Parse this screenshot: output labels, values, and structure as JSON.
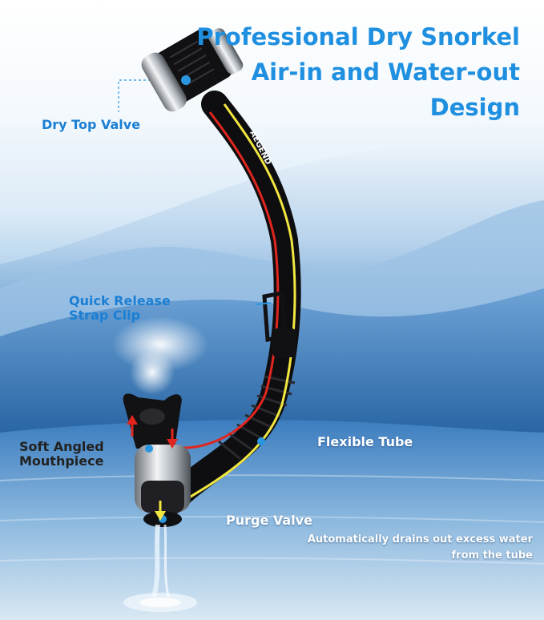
{
  "headline": {
    "line1": "Professional Dry Snorkel",
    "line2": "Air-in and Water-out",
    "line3": "Design"
  },
  "labels": {
    "dry_top_valve": "Dry Top Valve",
    "quick_release_1": "Quick Release",
    "quick_release_2": "Strap Clip",
    "mouthpiece_1": "Soft Angled",
    "mouthpiece_2": "Mouthpiece",
    "flexible_tube": "Flexible Tube",
    "purge_valve": "Purge Valve",
    "purge_desc_1": "Automatically drains out excess water",
    "purge_desc_2": "from the tube"
  },
  "brand": "AEGEND",
  "colors": {
    "headline": "#1f8fe0",
    "callout": "#1b7fd3",
    "tube": "#0e0e10",
    "air_arrow": "#e0261f",
    "water_arrow": "#f2e640"
  }
}
